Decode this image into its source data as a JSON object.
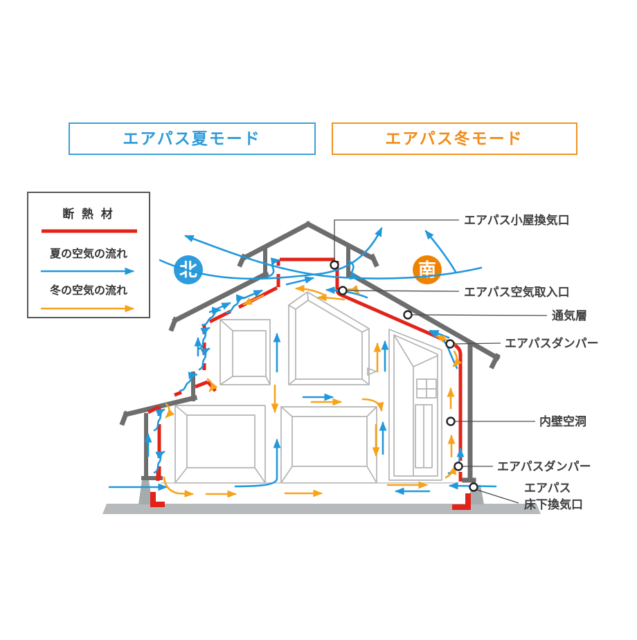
{
  "titles": {
    "summer": "エアパス夏モード",
    "winter": "エアパス冬モード"
  },
  "legend": {
    "insulation": "断 熱 材",
    "summer_flow": "夏の空気の流れ",
    "winter_flow": "冬の空気の流れ"
  },
  "compass": {
    "north": "北",
    "south": "南"
  },
  "callouts": {
    "attic_vent": "エアパス小屋換気口",
    "air_intake": "エアパス空気取入口",
    "ventilation_layer": "通気層",
    "damper_upper": "エアパスダンパー",
    "wall_cavity": "内壁空洞",
    "damper_lower": "エアパスダンパー",
    "underfloor_vent_line1": "エアパス",
    "underfloor_vent_line2": "床下換気口"
  },
  "colors": {
    "insulation_red": "#e2231a",
    "summer_blue": "#2098dc",
    "winter_orange": "#f7a21b",
    "structure_gray": "#6d6d6d",
    "interior_gray": "#b3b3b3",
    "foundation_gray": "#b7babc",
    "pier_gray": "#a6abae",
    "summer_title_blue": "#2e9bd8",
    "winter_title_orange": "#f08c1a",
    "label_dark": "#3e3e3e",
    "north_badge_blue": "#2d9bdc",
    "south_badge_orange": "#ef8200"
  }
}
